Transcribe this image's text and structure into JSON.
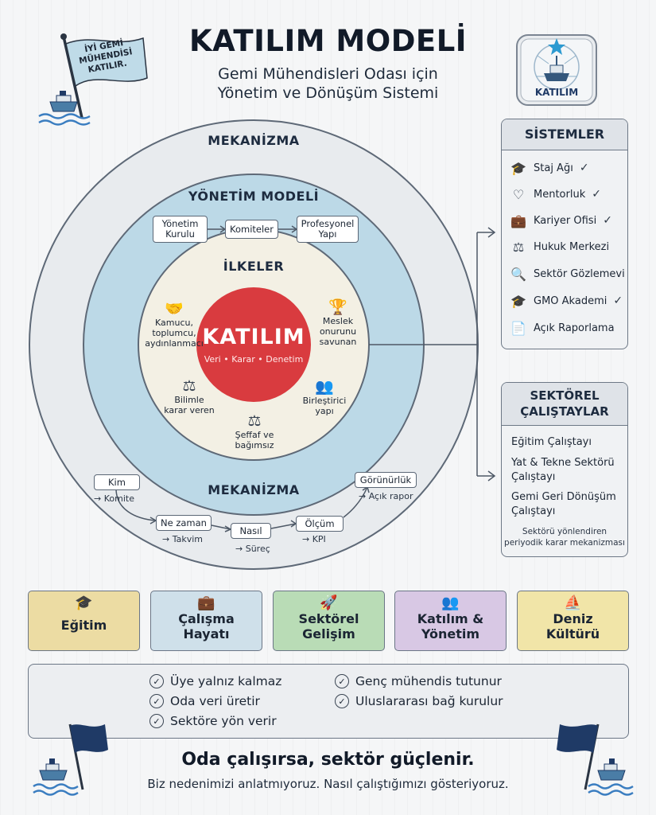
{
  "header": {
    "title": "KATILIM MODELİ",
    "subtitle_line1": "Gemi Mühendisleri Odası için",
    "subtitle_line2": "Yönetim ve Dönüşüm Sistemi"
  },
  "flag_left": {
    "lines": [
      "İYİ GEMİ",
      "MÜHENDİSİ",
      "KATILIR."
    ]
  },
  "logo": {
    "label": "KATILIM"
  },
  "rings": {
    "outer_label_top": "MEKANİZMA",
    "middle_label": "YÖNETİM MODELİ",
    "inner_label": "İLKELER",
    "outer_label_bottom": "MEKANİZMA"
  },
  "management_boxes": [
    {
      "line1": "Yönetim",
      "line2": "Kurulu"
    },
    {
      "line1": "Komiteler",
      "line2": ""
    },
    {
      "line1": "Profesyonel",
      "line2": "Yapı"
    }
  ],
  "core": {
    "title": "KATILIM",
    "subtitle": "Veri • Karar • Denetim"
  },
  "principles": [
    {
      "lines": [
        "Kamucu,",
        "toplumcu,",
        "aydınlanmacı"
      ],
      "icon": "handshake-icon"
    },
    {
      "lines": [
        "Meslek",
        "onurunu",
        "savunan"
      ],
      "icon": "trophy-icon"
    },
    {
      "lines": [
        "Bilimle",
        "karar veren"
      ],
      "icon": "scales-icon"
    },
    {
      "lines": [
        "Birleştirici",
        "yapı"
      ],
      "icon": "people-icon"
    },
    {
      "lines": [
        "Şeffaf ve",
        "bağımsız"
      ],
      "icon": "scales-icon"
    }
  ],
  "mechanism": [
    {
      "label": "Kim",
      "sub": "→ Komite"
    },
    {
      "label": "Ne zaman",
      "sub": "→ Takvim"
    },
    {
      "label": "Nasıl",
      "sub": "→ Süreç"
    },
    {
      "label": "Ölçüm",
      "sub": "→ KPI"
    },
    {
      "label": "Görünürlük",
      "sub": "→ Açık rapor"
    }
  ],
  "systems": {
    "title": "SİSTEMLER",
    "items": [
      {
        "label": "Staj Ağı",
        "icon": "graduation-cap-icon",
        "check": "✓"
      },
      {
        "label": "Mentorluk",
        "icon": "heart-icon",
        "check": "✓"
      },
      {
        "label": "Kariyer Ofisi",
        "icon": "briefcase-icon",
        "check": "✓"
      },
      {
        "label": "Hukuk Merkezi",
        "icon": "scales-icon",
        "check": ""
      },
      {
        "label": "Sektör Gözlemevi",
        "icon": "magnifier-icon",
        "check": ""
      },
      {
        "label": "GMO Akademi",
        "icon": "graduation-cap-icon",
        "check": "✓"
      },
      {
        "label": "Açık Raporlama",
        "icon": "document-icon",
        "check": ""
      }
    ]
  },
  "workshops": {
    "title_line1": "SEKTÖREL",
    "title_line2": "ÇALIŞTAYLAR",
    "items": [
      [
        "Eğitim Çalıştayı"
      ],
      [
        "Yat & Tekne Sektörü",
        "Çalıştayı"
      ],
      [
        "Gemi Geri Dönüşüm",
        "Çalıştayı"
      ]
    ],
    "note_line1": "Sektörü yönlendiren",
    "note_line2": "periyodik karar mekanizması"
  },
  "pillars": [
    {
      "lines": [
        "Eğitim"
      ],
      "icon": "graduation-cap-icon",
      "color": "#ecdca3"
    },
    {
      "lines": [
        "Çalışma",
        "Hayatı"
      ],
      "icon": "briefcase-icon",
      "color": "#cfe0ea"
    },
    {
      "lines": [
        "Sektörel",
        "Gelişim"
      ],
      "icon": "rocket-icon",
      "color": "#b9dcb6"
    },
    {
      "lines": [
        "Katılım &",
        "Yönetim"
      ],
      "icon": "people-icon",
      "color": "#d8c8e4"
    },
    {
      "lines": [
        "Deniz",
        "Kültürü"
      ],
      "icon": "sailboat-icon",
      "color": "#f1e5a8"
    }
  ],
  "outcomes": {
    "left": [
      "Üye yalnız kalmaz",
      "Oda veri üretir",
      "Sektöre yön verir"
    ],
    "right": [
      "Genç mühendis tutunur",
      "Uluslararası bağ kurulur"
    ]
  },
  "footer": {
    "headline": "Oda çalışırsa, sektör güçlenir.",
    "tagline": "Biz nedenimizi anlatmıyoruz. Nasıl çalıştığımızı gösteriyoruz."
  },
  "colors": {
    "core_red": "#d93b3f",
    "middle_blue": "#bcd9e7",
    "outer_grey": "#e8ebee",
    "navy": "#1f3a66"
  }
}
